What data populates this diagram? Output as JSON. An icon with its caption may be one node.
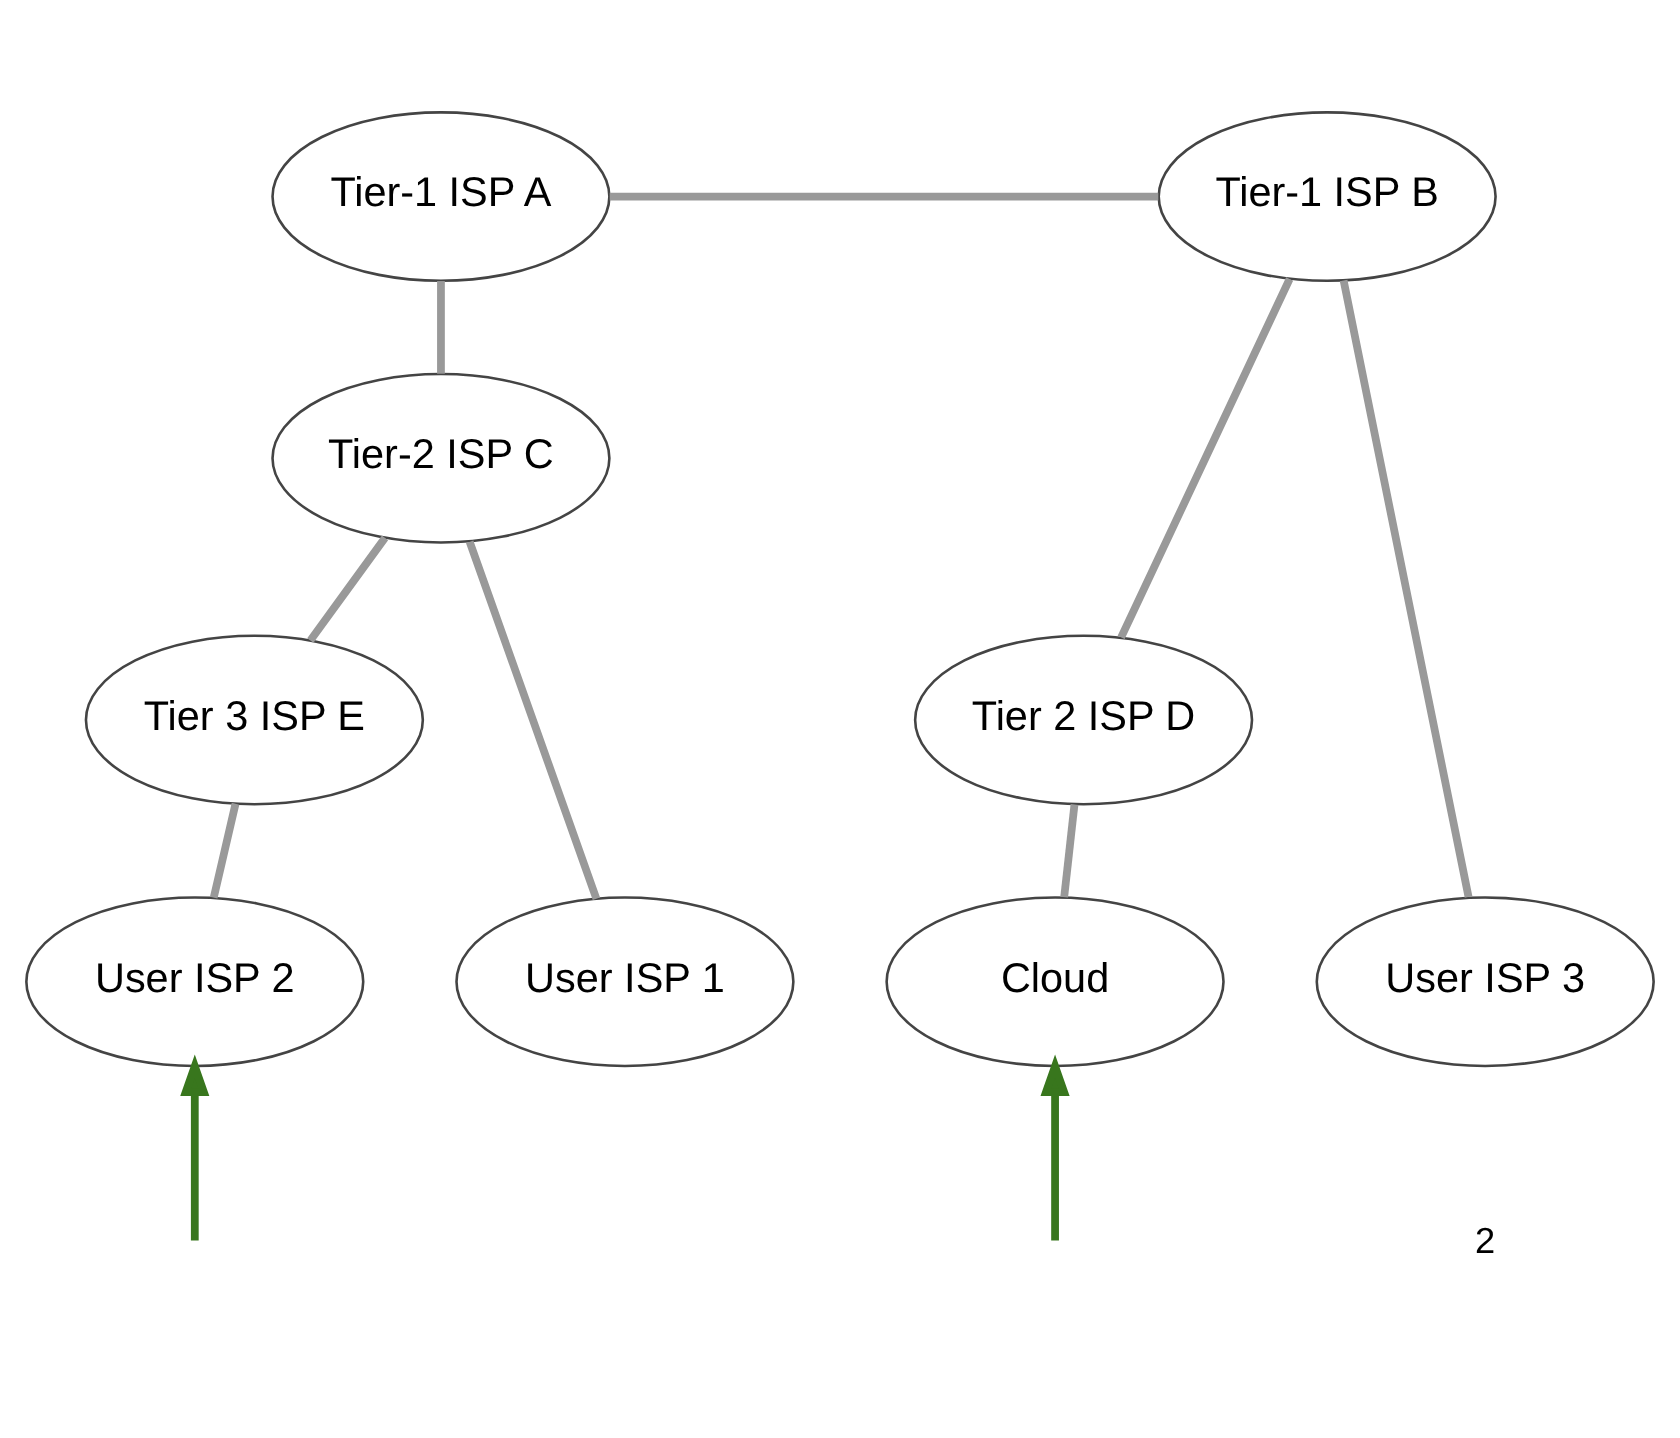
{
  "diagram": {
    "nodes": [
      {
        "text": [
          "Tier-1 ISP A"
        ]
      },
      {
        "text": [
          "Tier-1 ISP B"
        ]
      },
      {
        "text": [
          "Tier-2 ISP C"
        ]
      },
      {
        "text": [
          "Tier 2 ISP D"
        ]
      },
      {
        "text": [
          "Tier 3 ISP E"
        ]
      },
      {
        "text": [
          "User ISP 1"
        ]
      },
      {
        "text": [
          "User ISP 2"
        ]
      },
      {
        "text": [
          "Cloud"
        ]
      },
      {
        "text": [
          "User ISP 3"
        ]
      }
    ],
    "edges": [
      {
        "from": 0,
        "to": 1,
        "arrow": "none"
      },
      {
        "from": 0,
        "to": 2,
        "arrow": "none"
      },
      {
        "from": 1,
        "to": 3,
        "arrow": "none"
      },
      {
        "from": 1,
        "to": 8,
        "arrow": "none"
      },
      {
        "from": 2,
        "to": 4,
        "arrow": "none"
      },
      {
        "from": 2,
        "to": 5,
        "arrow": "none"
      },
      {
        "from": 4,
        "to": 6,
        "arrow": "none"
      },
      {
        "from": 3,
        "to": 7,
        "arrow": "none"
      },
      {
        "from": null,
        "to": 6,
        "arrow": "to",
        "color": "#38761d"
      },
      {
        "from": null,
        "to": 7,
        "arrow": "to",
        "color": "#38761d"
      }
    ],
    "labels": [
      "2"
    ]
  }
}
